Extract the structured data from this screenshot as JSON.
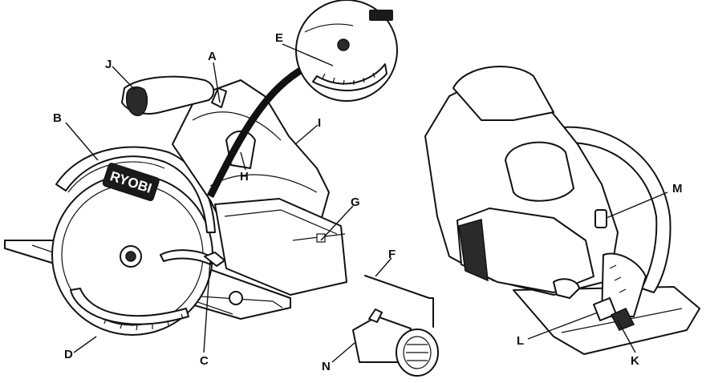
{
  "brand": "RYOBI",
  "callouts": {
    "A": "A",
    "B": "B",
    "C": "C",
    "D": "D",
    "E": "E",
    "F": "F",
    "G": "G",
    "H": "H",
    "I": "I",
    "J": "J",
    "K": "K",
    "L": "L",
    "M": "M",
    "N": "N"
  },
  "colors": {
    "line": "#111111",
    "background": "#ffffff",
    "dark": "#2a2a2a"
  }
}
